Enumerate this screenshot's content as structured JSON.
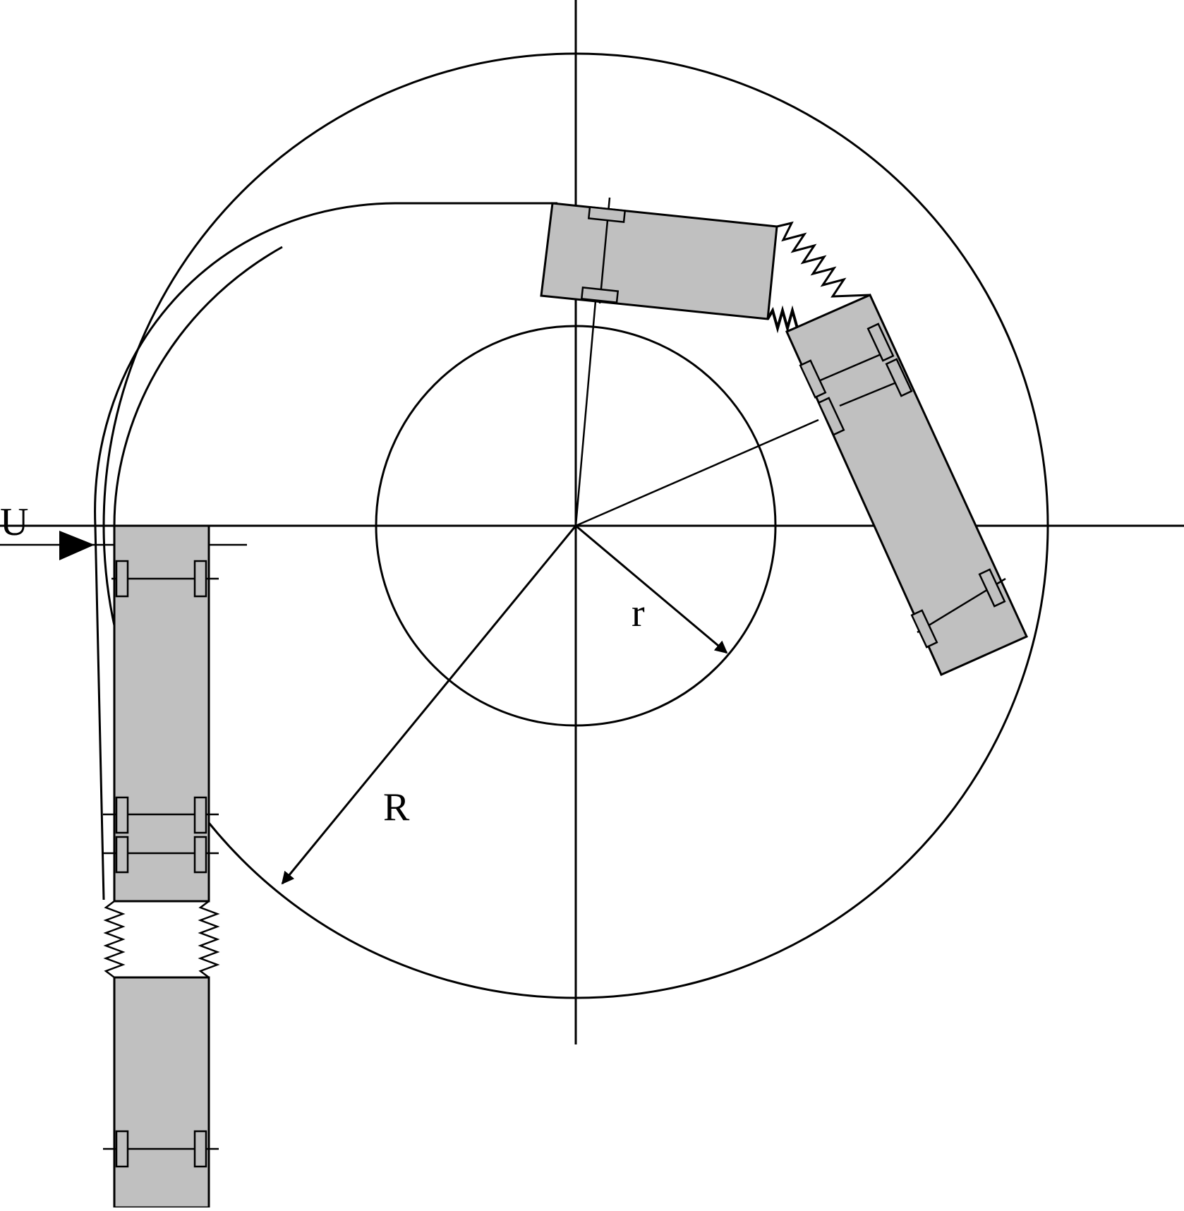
{
  "labels": {
    "offset": "U",
    "inner_radius": "r",
    "outer_radius": "R"
  },
  "colors": {
    "stroke": "#000000",
    "vehicle_fill": "#c0c0c0",
    "background": "#ffffff"
  }
}
